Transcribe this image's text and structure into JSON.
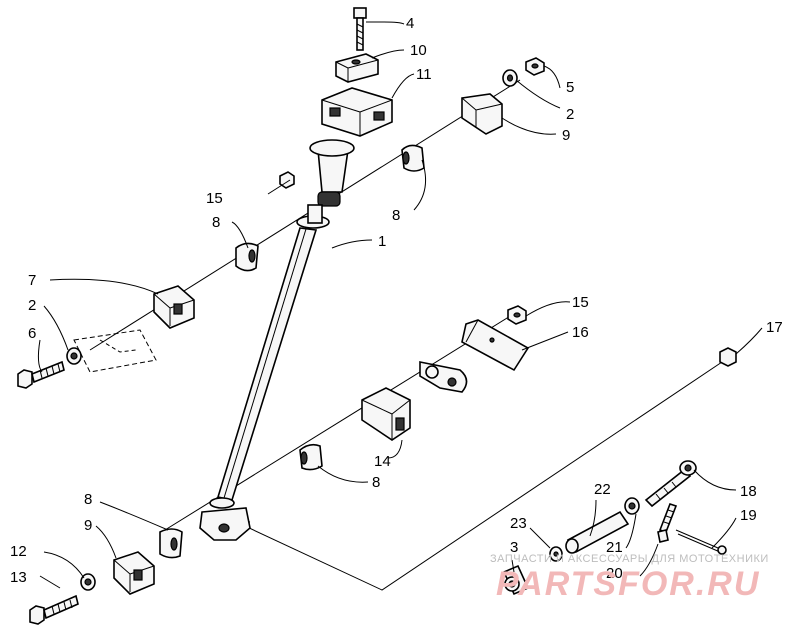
{
  "callouts": {
    "c1": "1",
    "c2a": "2",
    "c2b": "2",
    "c3": "3",
    "c4": "4",
    "c5": "5",
    "c6": "6",
    "c7": "7",
    "c8a": "8",
    "c8b": "8",
    "c8c": "8",
    "c9a": "9",
    "c9b": "9",
    "c10": "10",
    "c11": "11",
    "c12": "12",
    "c13": "13",
    "c14": "14",
    "c15a": "15",
    "c15b": "15",
    "c16": "16",
    "c17": "17",
    "c18": "18",
    "c19": "19",
    "c20": "20",
    "c21": "21",
    "c22": "22",
    "c23": "23"
  },
  "watermark": {
    "tagline": "ЗАПЧАСТИ И АКСЕССУАРЫ ДЛЯ МОТОТЕХНИКИ",
    "logo": "PARTSFOR.RU"
  }
}
